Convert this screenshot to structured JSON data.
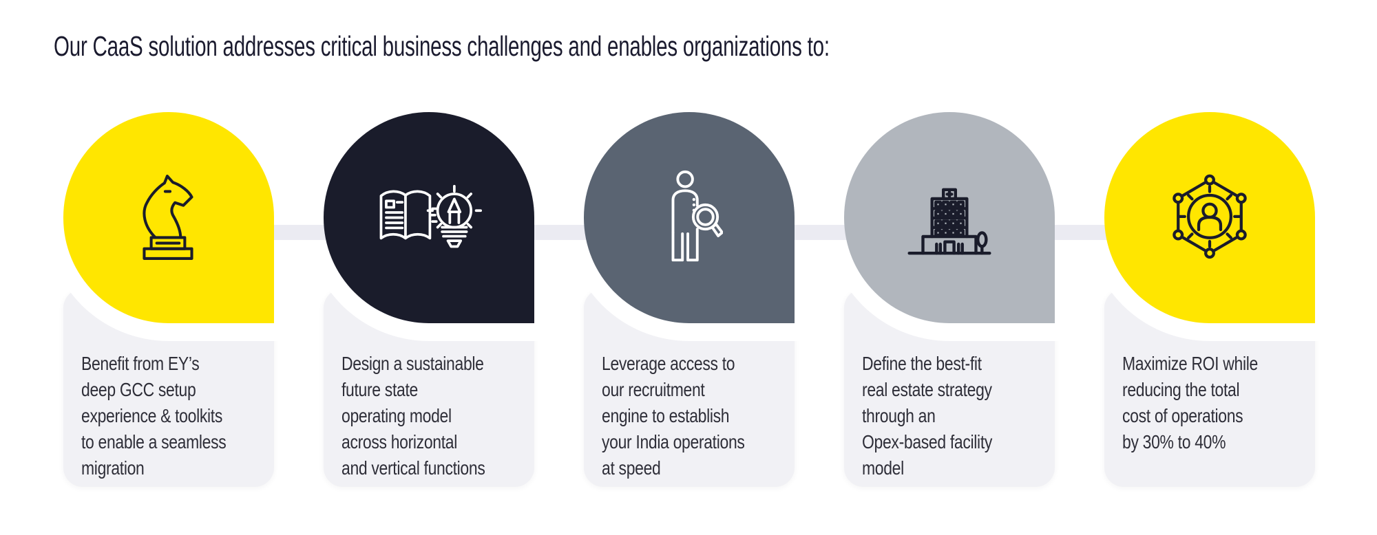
{
  "title": "Our CaaS solution addresses critical business challenges and enables organizations to:",
  "colors": {
    "background": "#FFFFFF",
    "ey_yellow": "#FFE600",
    "dark_navy": "#1A1C2B",
    "slate_gray": "#5A6472",
    "light_gray": "#B1B6BD",
    "card_background": "#F1F1F5",
    "connector_line": "#EBEBF2",
    "title_text": "#1A1A2E",
    "body_text": "#2E2E38"
  },
  "cards": [
    {
      "id": "gcc-setup-experience",
      "icon": "chess-knight-icon",
      "bubble_color": "#FFE600",
      "icon_color": "#1A1C2B",
      "lines": [
        "Benefit from EY’s",
        "deep GCC setup",
        "experience & toolkits",
        "to enable a seamless",
        "migration"
      ]
    },
    {
      "id": "operating-model-design",
      "icon": "book-lightbulb-icon",
      "bubble_color": "#1A1C2B",
      "icon_color": "#FFFFFF",
      "lines": [
        "Design a sustainable",
        "future state",
        "operating model",
        "across horizontal",
        "and vertical functions"
      ]
    },
    {
      "id": "recruitment-engine",
      "icon": "person-magnifier-icon",
      "bubble_color": "#5A6472",
      "icon_color": "#FFFFFF",
      "lines": [
        "Leverage access to",
        "our recruitment",
        "engine to establish",
        "your India operations",
        "at speed"
      ]
    },
    {
      "id": "real-estate-strategy",
      "icon": "building-icon",
      "bubble_color": "#B1B6BD",
      "icon_color": "#1A1C2B",
      "lines": [
        "Define the best-fit",
        "real estate strategy",
        "through an",
        "Opex-based facility",
        "model"
      ]
    },
    {
      "id": "maximize-roi",
      "icon": "person-network-icon",
      "bubble_color": "#FFE600",
      "icon_color": "#1A1C2B",
      "lines": [
        "Maximize ROI while",
        "reducing the total",
        "cost of operations",
        "by 30% to 40%"
      ]
    }
  ]
}
